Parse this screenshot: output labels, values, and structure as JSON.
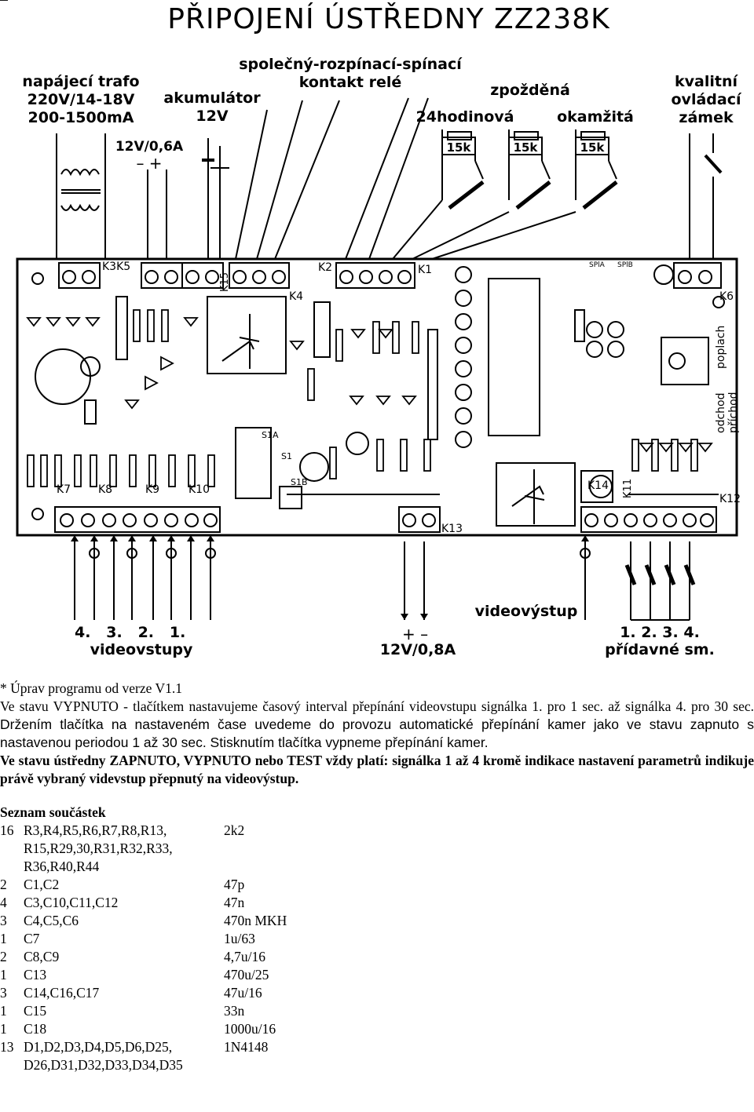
{
  "title": "PŘIPOJENÍ ÚSTŘEDNY ZZ238K",
  "diagram": {
    "trafo": [
      "napájecí trafo",
      "220V/14-18V",
      "200-1500mA"
    ],
    "akumulator": [
      "akumulátor",
      "12V"
    ],
    "rele": [
      "společný-rozpínací-spínací",
      "kontakt relé"
    ],
    "zpozdena": "zpožděná",
    "hodinova": "24hodinová",
    "okamzita": "okamžitá",
    "zamek": [
      "kvalitní",
      "ovládací",
      "zámek"
    ],
    "supply_top": "12V/0,6A",
    "resistor_value": "15k",
    "connectors": {
      "k3k5": "K3K5",
      "k15": "K15",
      "k2": "K2",
      "k1": "K1",
      "k4": "K4",
      "k6": "K6",
      "k7": "K7",
      "k8": "K8",
      "k9": "K9",
      "k10": "K10",
      "k13": "K13",
      "k14": "K14",
      "k11": "K11",
      "k12": "K12"
    },
    "switch_labels": {
      "s1a": "S1A",
      "s1": "S1",
      "s1b": "S1B",
      "spla": "SPlA",
      "splb": "SPlB"
    },
    "side_labels": [
      "poplach",
      "odchod",
      "příchod"
    ],
    "videovystup": "videovýstup",
    "videovstupy_nums": "4.   3.   2.   1.",
    "videovstupy": "videovstupy",
    "supply_bottom": "12V/0,8A",
    "pridavne_nums": "1. 2. 3. 4.",
    "pridavne": "přídavné sm."
  },
  "notes": {
    "line1": "* Úprav programu od verze V1.1",
    "para1": "Ve stavu VYPNUTO - tlačítkem nastavujeme časový interval přepínání videovstupu signálka 1. pro 1 sec. až signálka 4. pro 30 sec.",
    "para1b": " Držením tlačítka na nastaveném čase uvedeme do provozu automatické přepínání kamer jako ve stavu zapnuto s nastavenou periodou 1 až 30 sec. Stisknutím tlačítka vypneme přepínání kamer.",
    "bold": "Ve stavu ústředny ZAPNUTO, VYPNUTO nebo TEST vždy platí: signálka 1 až 4 kromě indikace nastavení parametrů indikuje právě vybraný videvstup přepnutý na videovýstup."
  },
  "parts": {
    "title": "Seznam součástek",
    "rows": [
      {
        "qty": "16",
        "name": "R3,R4,R5,R6,R7,R8,R13,",
        "value": "2k2"
      },
      {
        "qty": "",
        "name": "R15,R29,30,R31,R32,R33,",
        "value": ""
      },
      {
        "qty": "",
        "name": "R36,R40,R44",
        "value": ""
      },
      {
        "qty": "2",
        "name": "C1,C2",
        "value": "47p"
      },
      {
        "qty": "4",
        "name": "C3,C10,C11,C12",
        "value": "47n"
      },
      {
        "qty": "3",
        "name": "C4,C5,C6",
        "value": "470n MKH"
      },
      {
        "qty": "1",
        "name": "C7",
        "value": "1u/63"
      },
      {
        "qty": "2",
        "name": "C8,C9",
        "value": "4,7u/16"
      },
      {
        "qty": "1",
        "name": "C13",
        "value": "470u/25"
      },
      {
        "qty": "3",
        "name": "C14,C16,C17",
        "value": "47u/16"
      },
      {
        "qty": "1",
        "name": "C15",
        "value": "33n"
      },
      {
        "qty": "1",
        "name": "C18",
        "value": "1000u/16"
      },
      {
        "qty": "13",
        "name": "D1,D2,D3,D4,D5,D6,D25,",
        "value": "1N4148"
      },
      {
        "qty": "",
        "name": "D26,D31,D32,D33,D34,D35",
        "value": ""
      }
    ]
  }
}
